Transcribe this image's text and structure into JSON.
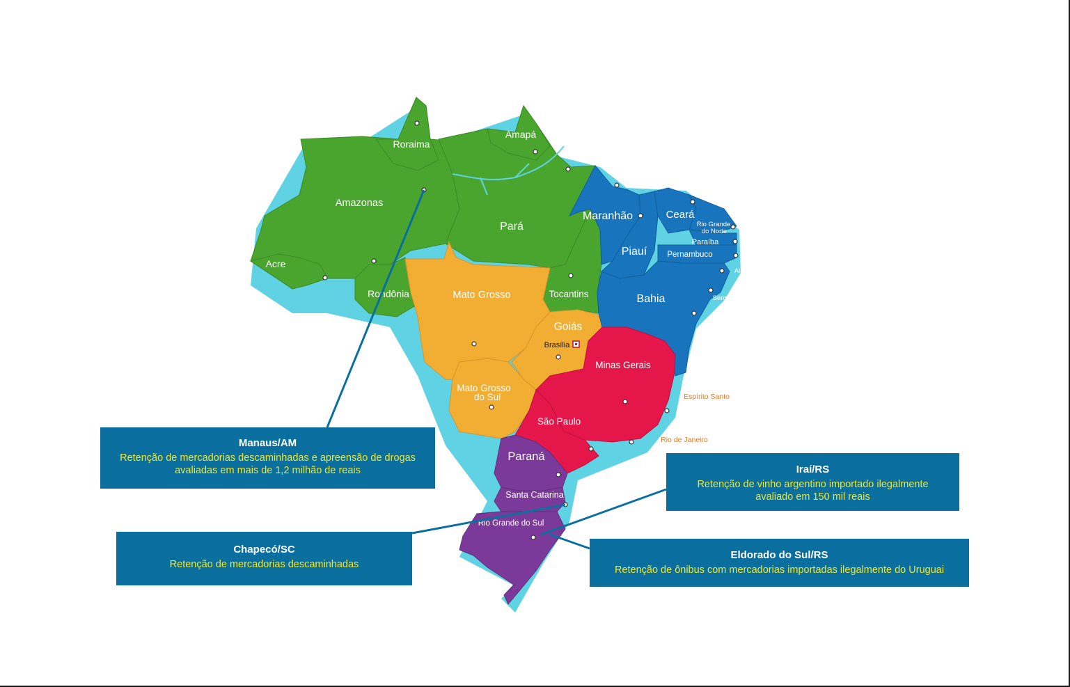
{
  "map": {
    "states": [
      {
        "name": "Roraima",
        "color": "#4aa52e"
      },
      {
        "name": "Amapá",
        "color": "#4aa52e"
      },
      {
        "name": "Amazonas",
        "color": "#4aa52e"
      },
      {
        "name": "Pará",
        "color": "#4aa52e"
      },
      {
        "name": "Acre",
        "color": "#4aa52e"
      },
      {
        "name": "Rondônia",
        "color": "#4aa52e"
      },
      {
        "name": "Tocantins",
        "color": "#4aa52e"
      },
      {
        "name": "Mato Grosso",
        "color": "#f2ad33"
      },
      {
        "name": "Goiás",
        "color": "#f2ad33"
      },
      {
        "name": "Mato Grosso do Sul",
        "color": "#f2ad33"
      },
      {
        "name": "Maranhão",
        "color": "#1874bc"
      },
      {
        "name": "Ceará",
        "color": "#1874bc"
      },
      {
        "name": "Rio Grande do Norte",
        "color": "#1874bc"
      },
      {
        "name": "Paraíba",
        "color": "#1874bc"
      },
      {
        "name": "Pernambuco",
        "color": "#1874bc"
      },
      {
        "name": "Piauí",
        "color": "#1874bc"
      },
      {
        "name": "Bahia",
        "color": "#1874bc"
      },
      {
        "name": "Minas Gerais",
        "color": "#e4164a"
      },
      {
        "name": "São Paulo",
        "color": "#e4164a"
      },
      {
        "name": "Paraná",
        "color": "#7b3a9a"
      },
      {
        "name": "Santa Catarina",
        "color": "#7b3a9a"
      },
      {
        "name": "Rio Grande do Sul",
        "color": "#7b3a9a"
      }
    ],
    "labels": {
      "roraima": "Roraima",
      "amapa": "Amapá",
      "amazonas": "Amazonas",
      "para": "Pará",
      "acre": "Acre",
      "rondonia": "Rondônia",
      "tocantins": "Tocantins",
      "mato_grosso": "Mato Grosso",
      "goias": "Goiás",
      "brasilia": "Brasília",
      "mato_grosso_do_sul_1": "Mato Grosso",
      "mato_grosso_do_sul_2": "do Sul",
      "maranhao": "Maranhão",
      "ceara": "Ceará",
      "rio_grande_do_norte_1": "Rio Grande",
      "rio_grande_do_norte_2": "do Norte",
      "paraiba": "Paraíba",
      "pernambuco": "Pernambuco",
      "alagoas": "Alagoas",
      "piaui": "Piauí",
      "sergipe": "Sergipe",
      "bahia": "Bahia",
      "minas_gerais": "Minas Gerais",
      "espirito_santo": "Espírito Santo",
      "sao_paulo": "São Paulo",
      "rio_de_janeiro": "Rio de Janeiro",
      "parana": "Paraná",
      "santa_catarina": "Santa Catarina",
      "rio_grande_do_sul": "Rio Grande do Sul"
    },
    "colors": {
      "north": "#4aa52e",
      "center_west": "#f2ad33",
      "northeast": "#1874bc",
      "southeast": "#e4164a",
      "south": "#7b3a9a",
      "shadow": "#5fd2e3",
      "callout_bg": "#0a6f9f",
      "callout_text": "#f0e62a",
      "leader_line": "#0a6f9f"
    }
  },
  "callouts": {
    "manaus": {
      "title": "Manaus/AM",
      "line1": "Retenção de mercadorias descaminhadas e apreensão de drogas",
      "line2": "avaliadas em mais de 1,2 milhão de reais"
    },
    "irai": {
      "title": "Iraí/RS",
      "line1": "Retenção de vinho argentino importado ilegalmente",
      "line2": "avaliado em 150 mil reais"
    },
    "chapeco": {
      "title": "Chapecó/SC",
      "line1": "Retenção de mercadorias descaminhadas"
    },
    "eldorado": {
      "title": "Eldorado do Sul/RS",
      "line1": "Retenção de ônibus com mercadorias importadas ilegalmente do Uruguai"
    }
  }
}
